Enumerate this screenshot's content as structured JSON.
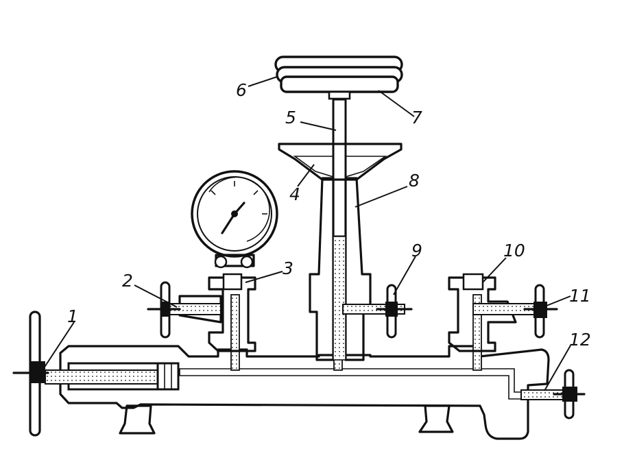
{
  "figure": {
    "labels": [
      "1",
      "2",
      "3",
      "4",
      "5",
      "6",
      "7",
      "8",
      "9",
      "10",
      "11",
      "12"
    ]
  },
  "colors": {
    "ink": "#111111",
    "paper": "#ffffff"
  }
}
